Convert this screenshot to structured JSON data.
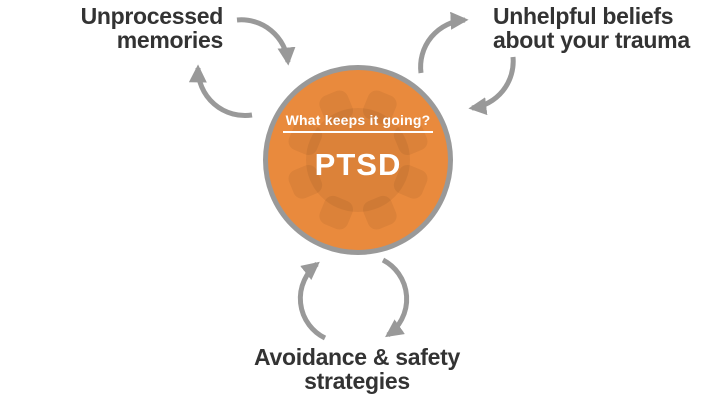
{
  "diagram": {
    "type": "cycle-diagram",
    "topic": "PTSD maintenance cycle",
    "center": {
      "heading": "What keeps it going?",
      "title": "PTSD",
      "watermark_icon": "gear-icon"
    },
    "factors": {
      "top_left": {
        "line1": "Unprocessed",
        "line2": "memories"
      },
      "top_right": {
        "line1": "Unhelpful beliefs",
        "line2": "about your trauma"
      },
      "bottom": {
        "line1": "Avoidance & safety",
        "line2": "strategies"
      }
    },
    "arrows": [
      "top-left-cycle-to-circle",
      "top-left-cycle-to-label",
      "top-right-cycle-to-label",
      "top-right-cycle-to-circle",
      "bottom-cycle-to-circle",
      "bottom-cycle-to-label"
    ],
    "colors": {
      "circle_fill": "#E98A3D",
      "circle_border": "#999999",
      "arrow": "#999999",
      "label_text": "#333333",
      "circle_text": "#FFFFFF"
    }
  }
}
